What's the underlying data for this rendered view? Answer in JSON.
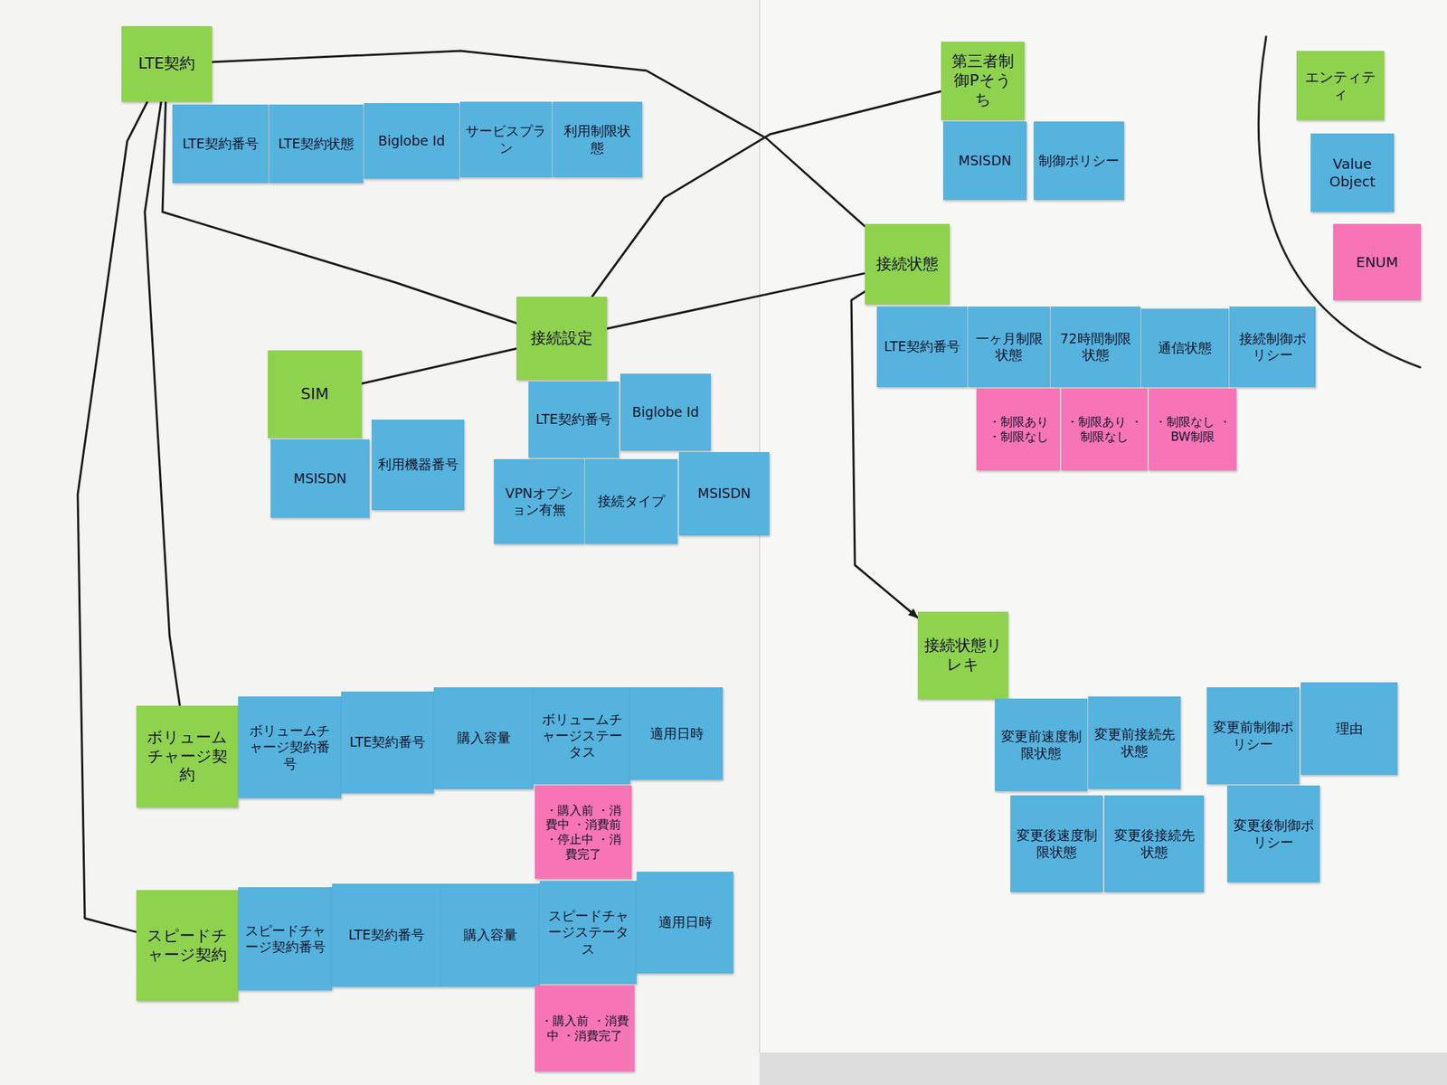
{
  "diagram": {
    "nodes": [
      {
        "text": [
          "LTE契約"
        ]
      },
      {
        "text": [
          "LTE契約番号"
        ]
      },
      {
        "text": [
          "LTE契約状態"
        ]
      },
      {
        "text": [
          "Biglobe Id"
        ]
      },
      {
        "text": [
          "サービスプラン"
        ]
      },
      {
        "text": [
          "利用制限状態"
        ]
      },
      {
        "text": [
          "第三者制御Pそうち"
        ]
      },
      {
        "text": [
          "MSISDN"
        ]
      },
      {
        "text": [
          "制御ポリシー"
        ]
      },
      {
        "text": [
          "接続状態"
        ]
      },
      {
        "text": [
          "LTE契約番号"
        ]
      },
      {
        "text": [
          "一ヶ月制限状態"
        ]
      },
      {
        "text": [
          "72時間制限状態"
        ]
      },
      {
        "text": [
          "通信状態"
        ]
      },
      {
        "text": [
          "接続制御ポリシー"
        ]
      },
      {
        "text": [
          "・制限あり ・制限なし"
        ]
      },
      {
        "text": [
          "・制限あり ・制限なし"
        ]
      },
      {
        "text": [
          "・制限なし ・BW制限"
        ]
      },
      {
        "text": [
          "接続設定"
        ]
      },
      {
        "text": [
          "LTE契約番号"
        ]
      },
      {
        "text": [
          "Biglobe Id"
        ]
      },
      {
        "text": [
          "VPNオプション有無"
        ]
      },
      {
        "text": [
          "接続タイプ"
        ]
      },
      {
        "text": [
          "MSISDN"
        ]
      },
      {
        "text": [
          "SIM"
        ]
      },
      {
        "text": [
          "MSISDN"
        ]
      },
      {
        "text": [
          "利用機器番号"
        ]
      },
      {
        "text": [
          "接続状態リレキ"
        ]
      },
      {
        "text": [
          "変更前速度制限状態"
        ]
      },
      {
        "text": [
          "変更前接続先状態"
        ]
      },
      {
        "text": [
          "変更前制御ポリシー"
        ]
      },
      {
        "text": [
          "理由"
        ]
      },
      {
        "text": [
          "変更後速度制限状態"
        ]
      },
      {
        "text": [
          "変更後接続先状態"
        ]
      },
      {
        "text": [
          "変更後制御ポリシー"
        ]
      },
      {
        "text": [
          "ボリュームチャージ契約"
        ]
      },
      {
        "text": [
          "ボリュームチャージ契約番号"
        ]
      },
      {
        "text": [
          "LTE契約番号"
        ]
      },
      {
        "text": [
          "購入容量"
        ]
      },
      {
        "text": [
          "ボリュームチャージステータス"
        ]
      },
      {
        "text": [
          "適用日時"
        ]
      },
      {
        "text": [
          "・購入前 ・消費中 ・消費前 ・停止中 ・消費完了"
        ]
      },
      {
        "text": [
          "スピードチャージ契約"
        ]
      },
      {
        "text": [
          "スピードチャージ契約番号"
        ]
      },
      {
        "text": [
          "LTE契約番号"
        ]
      },
      {
        "text": [
          "購入容量"
        ]
      },
      {
        "text": [
          "スピードチャージステータス"
        ]
      },
      {
        "text": [
          "適用日時"
        ]
      },
      {
        "text": [
          "・購入前 ・消費中 ・消費完了"
        ]
      }
    ],
    "edges": [
      {
        "from": 0,
        "to": 9,
        "arrow": "none"
      },
      {
        "from": 0,
        "to": 18,
        "arrow": "none"
      },
      {
        "from": 0,
        "to": 35,
        "arrow": "none"
      },
      {
        "from": 0,
        "to": 42,
        "arrow": "none"
      },
      {
        "from": 24,
        "to": 18,
        "arrow": "none"
      },
      {
        "from": 18,
        "to": 6,
        "arrow": "none"
      },
      {
        "from": 18,
        "to": 9,
        "arrow": "none"
      },
      {
        "from": 9,
        "to": 27,
        "arrow": "to"
      }
    ],
    "legend": [
      {
        "text": "エンティティ",
        "color": "#8fd24e"
      },
      {
        "text": "Value Object",
        "color": "#55b3de"
      },
      {
        "text": "ENUM",
        "color": "#f774b6"
      }
    ]
  }
}
